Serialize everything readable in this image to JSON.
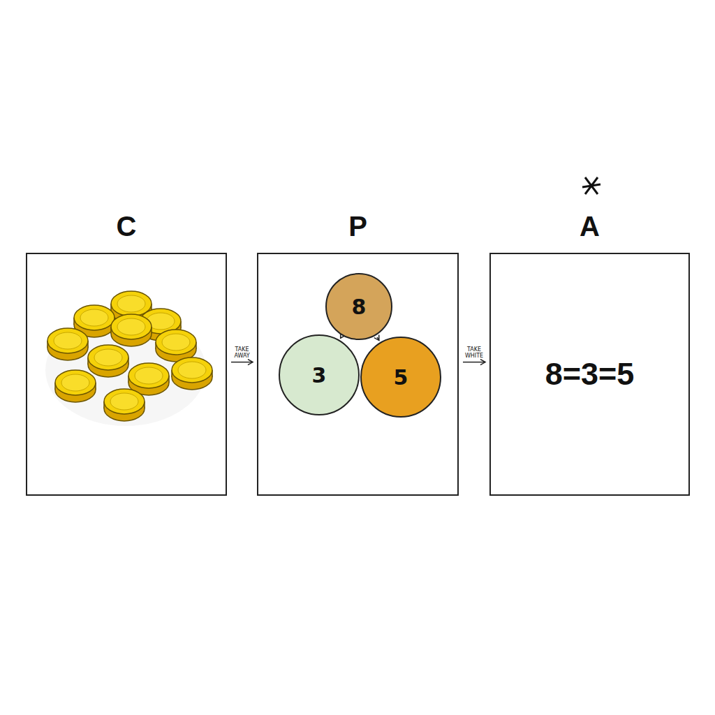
{
  "diagram": {
    "nodes": [
      {
        "text": [
          "C"
        ]
      },
      {
        "text": [
          "P"
        ]
      },
      {
        "text": [
          "8"
        ],
        "in": 1
      },
      {
        "text": [
          "3"
        ],
        "in": 1
      },
      {
        "text": [
          "5"
        ],
        "in": 1
      },
      {
        "text": [
          "A",
          "8=3=5"
        ]
      }
    ],
    "edges": [
      {
        "from": 0,
        "to": 1,
        "arrow": "to",
        "label": "TAKE AWAY"
      },
      {
        "from": 1,
        "to": 5,
        "arrow": "to",
        "label": "TAKE WHITE"
      },
      {
        "from": 2,
        "to": 3,
        "arrow": "to"
      },
      {
        "from": 2,
        "to": 4,
        "arrow": "to"
      }
    ]
  }
}
